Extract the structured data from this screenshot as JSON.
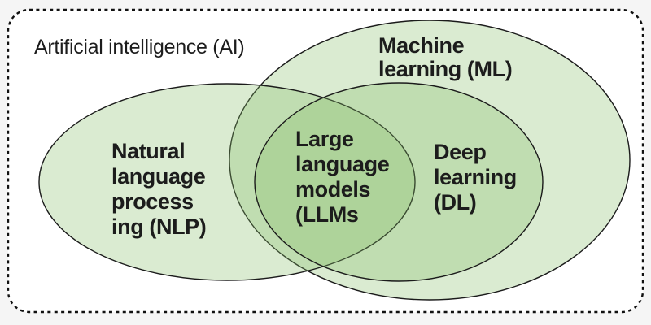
{
  "colors": {
    "page_bg": "#f5f5f5",
    "panel_bg": "#ffffff",
    "border": "#111111",
    "set_fill": "#85be67",
    "set_stroke": "#1b1b1b",
    "text": "#1c1c1c"
  },
  "venn": {
    "type": "venn-diagram",
    "ai": {
      "label": "Artificial intelligence (AI)"
    },
    "ml": {
      "label": "Machine learning (ML)",
      "lines": [
        "Machine",
        "learning (ML)"
      ]
    },
    "nlp": {
      "label": "Natural language processing (NLP)",
      "lines": [
        "Natural",
        "language",
        "process",
        "ing (NLP)"
      ]
    },
    "dl": {
      "label": "Deep learning (DL)",
      "lines": [
        "Deep",
        "learning",
        "(DL)"
      ]
    },
    "llm": {
      "label": "Large language models (LLMs",
      "lines": [
        "Large",
        "language",
        "models",
        "(LLMs"
      ]
    }
  }
}
